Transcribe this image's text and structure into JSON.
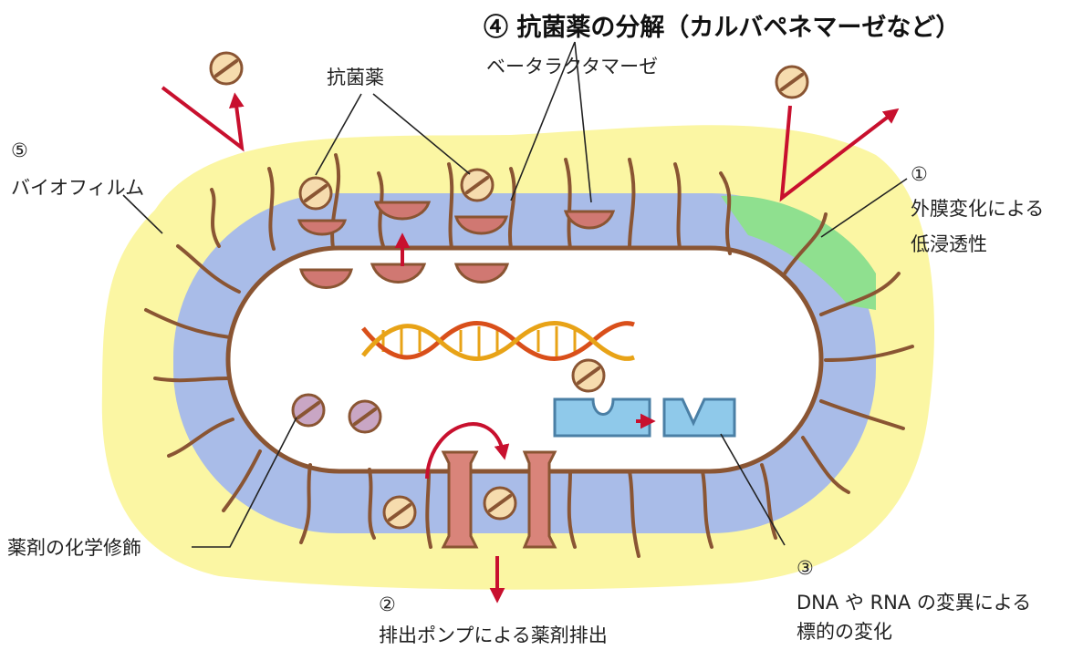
{
  "labels": {
    "antimicrobial": "抗菌薬",
    "mech4_title": "④ 抗菌薬の分解（カルバペネマーゼなど）",
    "mech4_sub": "ベータラクタマーゼ",
    "mech5_num": "⑤",
    "mech5_text": "バイオフィルム",
    "mech1_num": "①",
    "mech1_line1": "外膜変化による",
    "mech1_line2": "低浸透性",
    "mech_modify": "薬剤の化学修飾",
    "mech2_num": "②",
    "mech2_text": "排出ポンプによる薬剤排出",
    "mech3_num": "③",
    "mech3_line1": "DNA や RNA の変異による",
    "mech3_line2": "標的の変化"
  },
  "colors": {
    "biofilm": "#fbf6a3",
    "periplasm": "#a9bce8",
    "outer_membrane_change": "#8fe08f",
    "cytoplasm": "#ffffff",
    "membrane_line": "#8a5533",
    "enzyme": "#d07872",
    "pump": "#d9847a",
    "drug_pill": "#f6dcae",
    "modified_pill": "#c9a6c4",
    "target": "#8fc9ea",
    "arrow": "#c8102e",
    "dna_strand_1": "#d94f1a",
    "dna_strand_2": "#e8a317"
  }
}
